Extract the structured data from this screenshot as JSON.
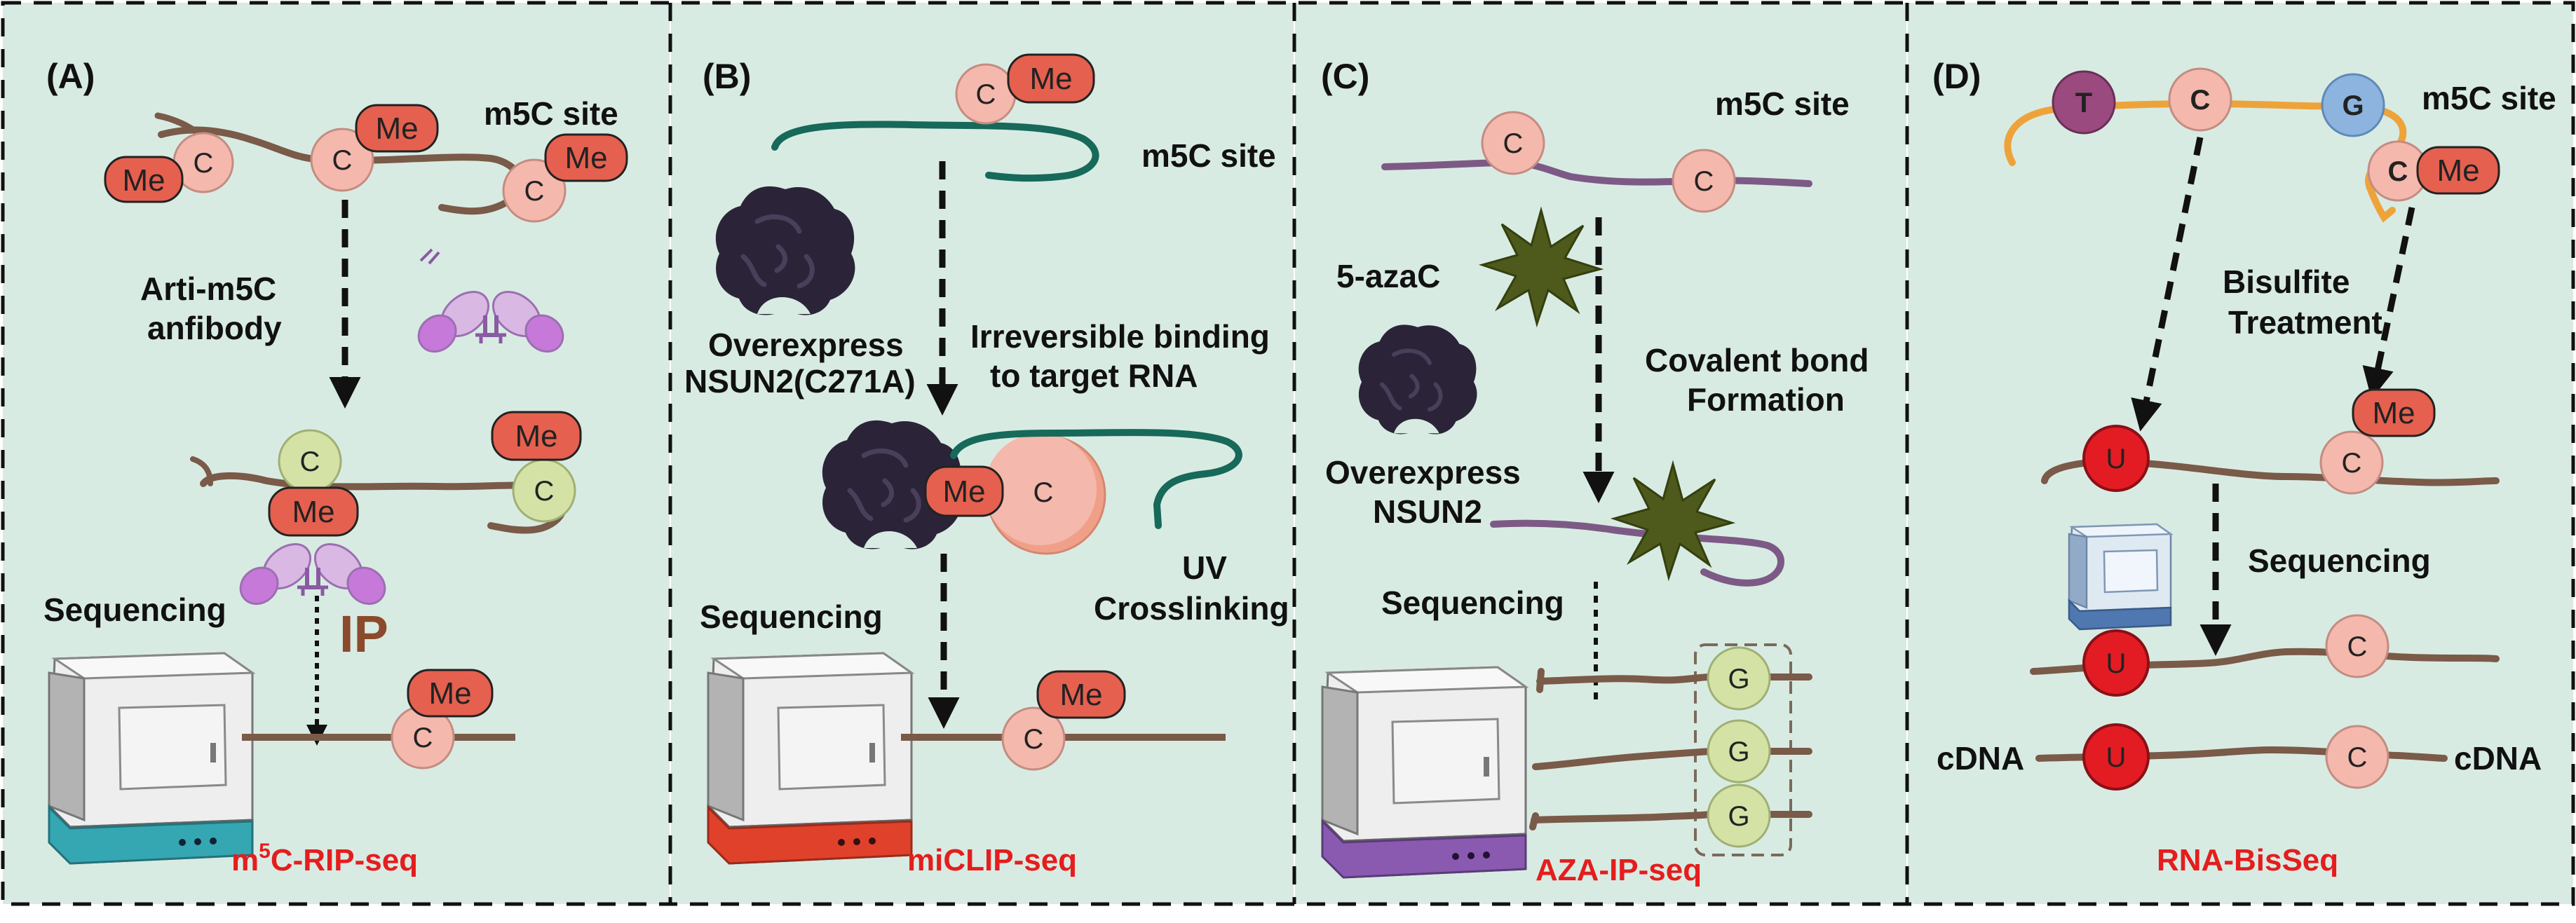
{
  "colors": {
    "panel_bg": "#d8ebe3",
    "rna_brown": "#7a5a48",
    "rna_green": "#17695a",
    "rna_purple": "#7d5a86",
    "rna_orange": "#eea33a",
    "me_red": "#e5604f",
    "c_pink": "#f4b8ac",
    "c_green": "#d4e2a6",
    "u_red": "#e31c23",
    "t_purple": "#9a4a7e",
    "g_blue": "#8db4df",
    "protein_dark": "#2b2438",
    "star_green": "#4d5a1b",
    "method_red": "#e51d1d"
  },
  "nucleotides": {
    "me": "Me",
    "c": "C",
    "u": "U",
    "g": "G",
    "t": "T"
  },
  "panels": {
    "a": {
      "label": "(A)",
      "site": "m5C site",
      "antibody_line1": "Arti-m5C",
      "antibody_line2": "anfibody",
      "sequencing": "Sequencing",
      "ip": "IP",
      "method_base": "m",
      "method_sup": "5",
      "method_rest": "C-RIP-seq"
    },
    "b": {
      "label": "(B)",
      "site": "m5C site",
      "overexpress_line1": "Overexpress",
      "overexpress_line2": "NSUN2(C271A)",
      "binding_line1": "Irreversible binding",
      "binding_line2": "to target RNA",
      "uv_line1": "UV",
      "uv_line2": "Crosslinking",
      "sequencing": "Sequencing",
      "method": "miCLIP-seq"
    },
    "c": {
      "label": "(C)",
      "site": "m5C site",
      "azac": "5-azaC",
      "overexpress_line1": "Overexpress",
      "overexpress_line2": "NSUN2",
      "covalent_line1": "Covalent bond",
      "covalent_line2": "Formation",
      "sequencing": "Sequencing",
      "method": "AZA-IP-seq"
    },
    "d": {
      "label": "(D)",
      "site": "m5C site",
      "bisulfite_line1": "Bisulfite",
      "bisulfite_line2": "Treatment",
      "sequencing": "Sequencing",
      "cdna_left": "cDNA",
      "cdna_right": "cDNA",
      "method": "RNA-BisSeq"
    }
  }
}
